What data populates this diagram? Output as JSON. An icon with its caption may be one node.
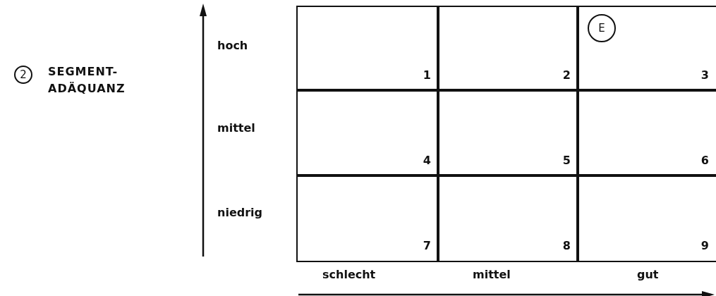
{
  "diagram": {
    "nodes": [
      {
        "text": [
          "2"
        ],
        "beside": [
          "SEGMENT- ADÄQUANZ"
        ]
      },
      {
        "text": [
          "1"
        ]
      },
      {
        "text": [
          "2"
        ]
      },
      {
        "text": [
          "3"
        ]
      },
      {
        "text": [
          "E"
        ],
        "in": 3
      },
      {
        "text": [
          "4"
        ]
      },
      {
        "text": [
          "5"
        ]
      },
      {
        "text": [
          "6"
        ]
      },
      {
        "text": [
          "7"
        ]
      },
      {
        "text": [
          "8"
        ]
      },
      {
        "text": [
          "9"
        ]
      }
    ],
    "edges": [],
    "labels": [
      "hoch",
      "mittel",
      "niedrig",
      "schlecht",
      "mittel",
      "gut"
    ]
  }
}
